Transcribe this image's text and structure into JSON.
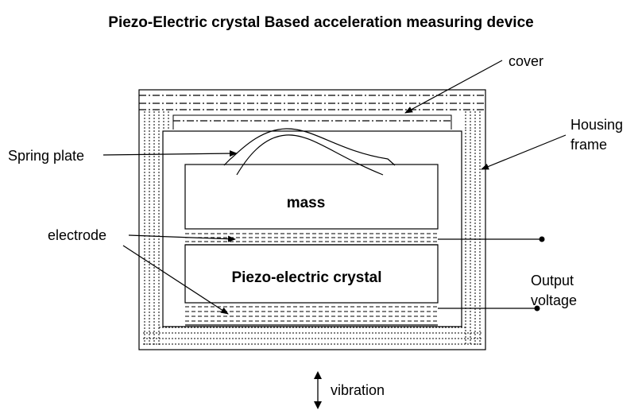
{
  "title": "Piezo-Electric crystal Based acceleration measuring device",
  "labels": {
    "cover": "cover",
    "housing_line1": "Housing",
    "housing_line2": "frame",
    "spring_plate": "Spring plate",
    "mass": "mass",
    "electrode": "electrode",
    "crystal": "Piezo-electric crystal",
    "output_line1": "Output",
    "output_line2": "voltage",
    "vibration": "vibration"
  }
}
